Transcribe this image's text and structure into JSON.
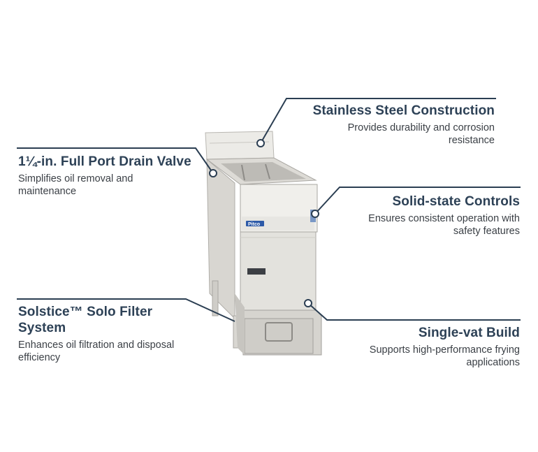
{
  "features": {
    "stainless": {
      "title": "Stainless Steel Construction",
      "desc": "Provides durability and corrosion resistance"
    },
    "drain": {
      "title": "1¼-in. Full Port Drain Valve",
      "desc": "Simplifies oil removal and maintenance"
    },
    "controls": {
      "title": "Solid-state Controls",
      "desc": "Ensures consistent operation with safety features"
    },
    "filter": {
      "title": "Solstice™ Solo Filter System",
      "desc": "Enhances oil filtration and disposal efficiency"
    },
    "vat": {
      "title": "Single-vat Build",
      "desc": "Supports high-performance frying applications"
    }
  },
  "product": {
    "brand_logo": "Pitco"
  },
  "colors": {
    "heading": "#2d4156",
    "body_text": "#3a3f45",
    "callout_line": "#2b3e52",
    "steel_light": "#e6e5e1",
    "steel_mid": "#cfcdc8",
    "steel_dark": "#9c9a96"
  }
}
